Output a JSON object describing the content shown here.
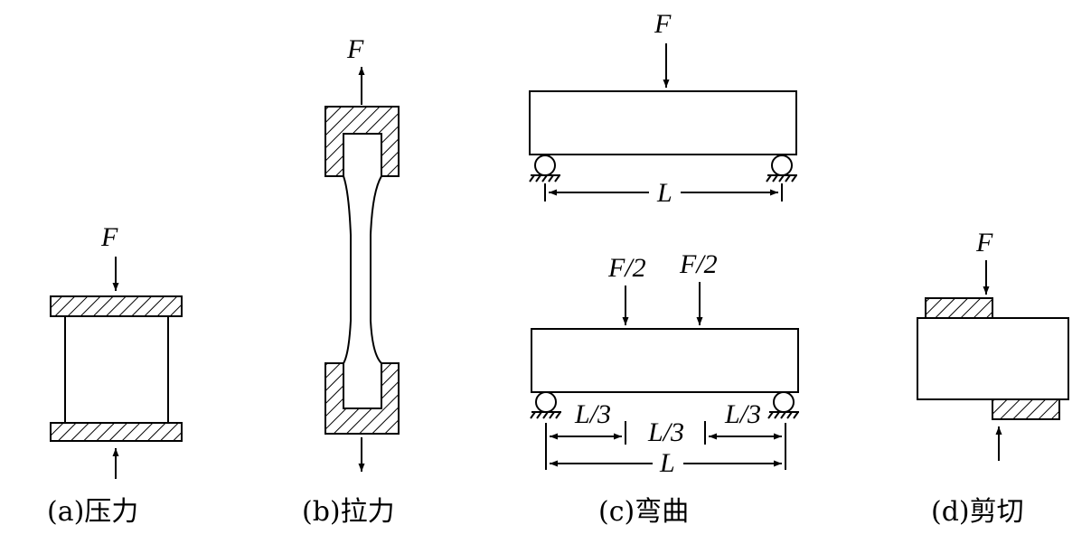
{
  "panels": {
    "a": {
      "force": "F",
      "caption": "(a)压力"
    },
    "b": {
      "force": "F",
      "caption": "(b)拉力"
    },
    "c": {
      "force_top": "F",
      "span_top": "L",
      "force_left": "F/2",
      "force_right": "F/2",
      "third_left": "L/3",
      "third_mid": "L/3",
      "third_right": "L/3",
      "span_bottom": "L",
      "caption": "(c)弯曲"
    },
    "d": {
      "force": "F",
      "caption": "(d)剪切"
    }
  }
}
